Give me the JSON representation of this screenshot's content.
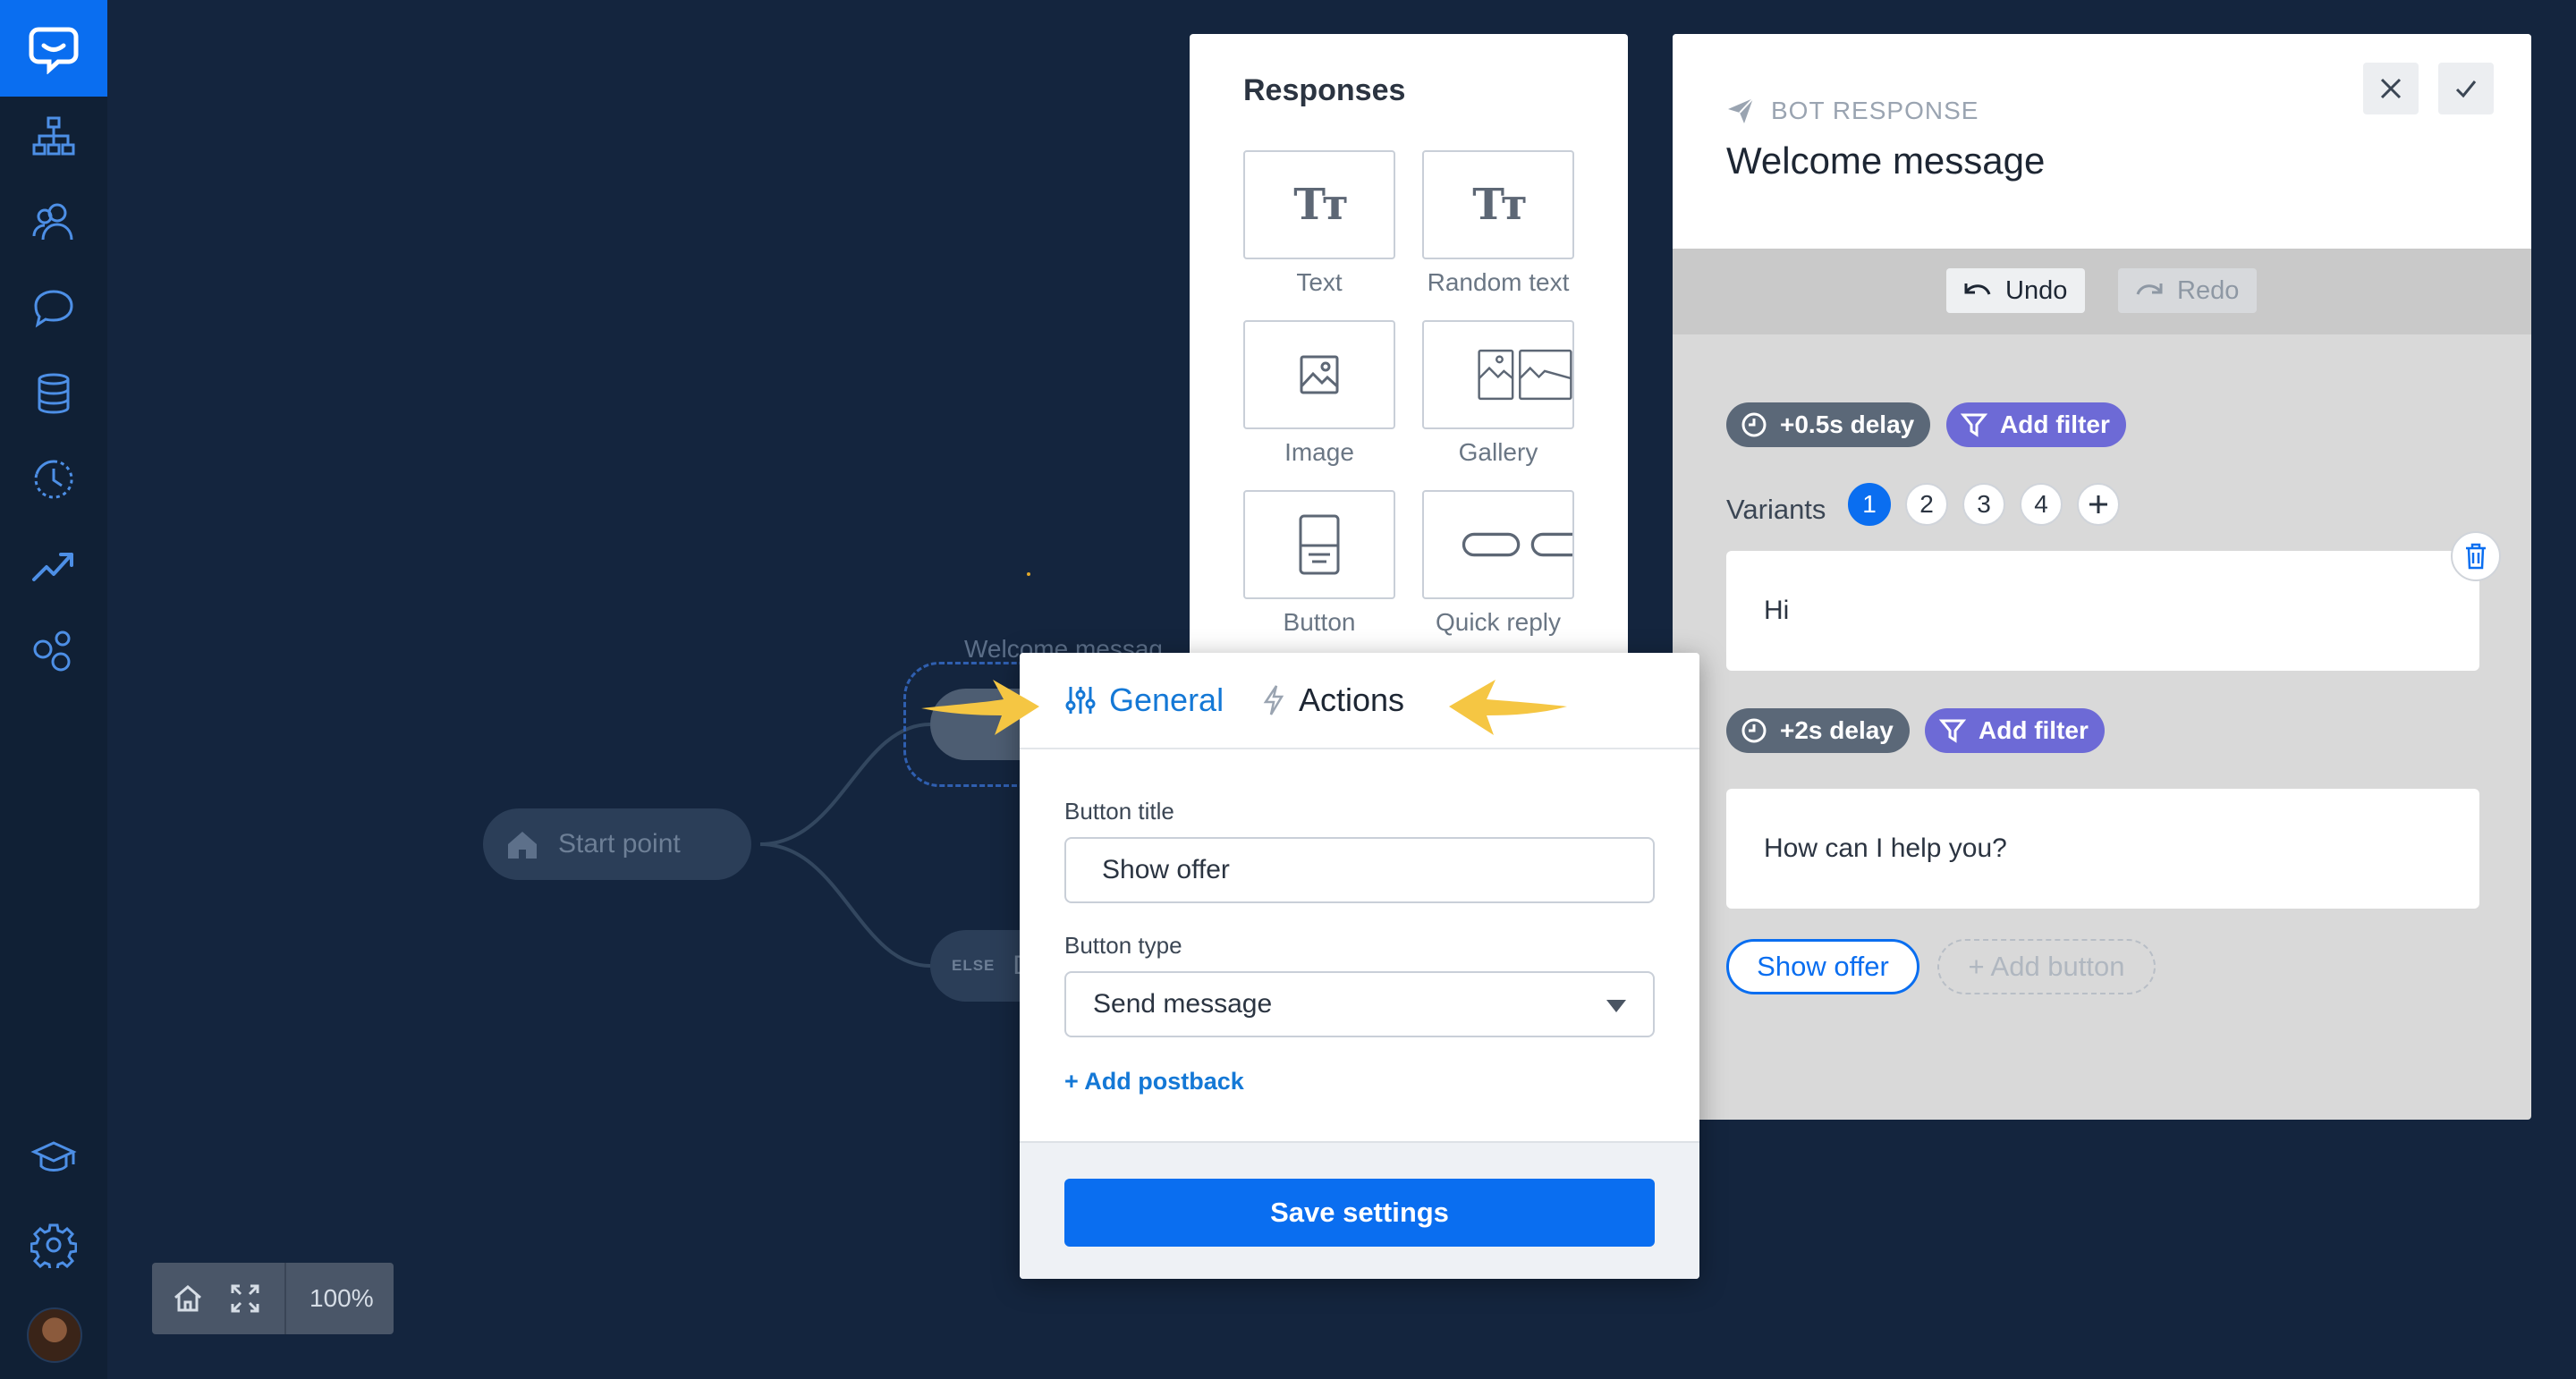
{
  "canvas": {
    "start_node_label": "Start point",
    "welcome_node_caption": "Welcome message",
    "else_tag": "ELSE",
    "else_node_letter": "D",
    "zoom_level": "100%"
  },
  "responses": {
    "title": "Responses",
    "tiles": [
      {
        "label": "Text",
        "icon": "text-icon"
      },
      {
        "label": "Random text",
        "icon": "random-text-icon"
      },
      {
        "label": "Image",
        "icon": "image-icon"
      },
      {
        "label": "Gallery",
        "icon": "gallery-icon"
      },
      {
        "label": "Button",
        "icon": "button-icon"
      },
      {
        "label": "Quick reply",
        "icon": "quick-reply-icon"
      }
    ]
  },
  "bot_response": {
    "kicker": "BOT RESPONSE",
    "title": "Welcome message",
    "undo_label": "Undo",
    "redo_label": "Redo",
    "blocks": [
      {
        "delay": "+0.5s delay",
        "filter": "Add filter"
      },
      {
        "delay": "+2s delay",
        "filter": "Add filter"
      }
    ],
    "variants_label": "Variants",
    "variants": [
      "1",
      "2",
      "3",
      "4"
    ],
    "active_variant": "1",
    "messages": [
      "Hi",
      "How can I help you?"
    ],
    "buttons": [
      "Show offer"
    ],
    "add_button_label": "+ Add button"
  },
  "button_settings": {
    "tabs": [
      {
        "label": "General",
        "active": true
      },
      {
        "label": "Actions",
        "active": false
      }
    ],
    "button_title_label": "Button title",
    "button_title_value": "Show offer",
    "button_type_label": "Button type",
    "button_type_value": "Send message",
    "add_postback_label": "+ Add postback",
    "save_label": "Save settings"
  },
  "colors": {
    "canvas_bg": "#14253e",
    "sidebar_bg": "#102035",
    "brand_blue": "#0a6ef0",
    "filter_purple": "#6d6ad6",
    "arrow_yellow": "#f5c643"
  }
}
